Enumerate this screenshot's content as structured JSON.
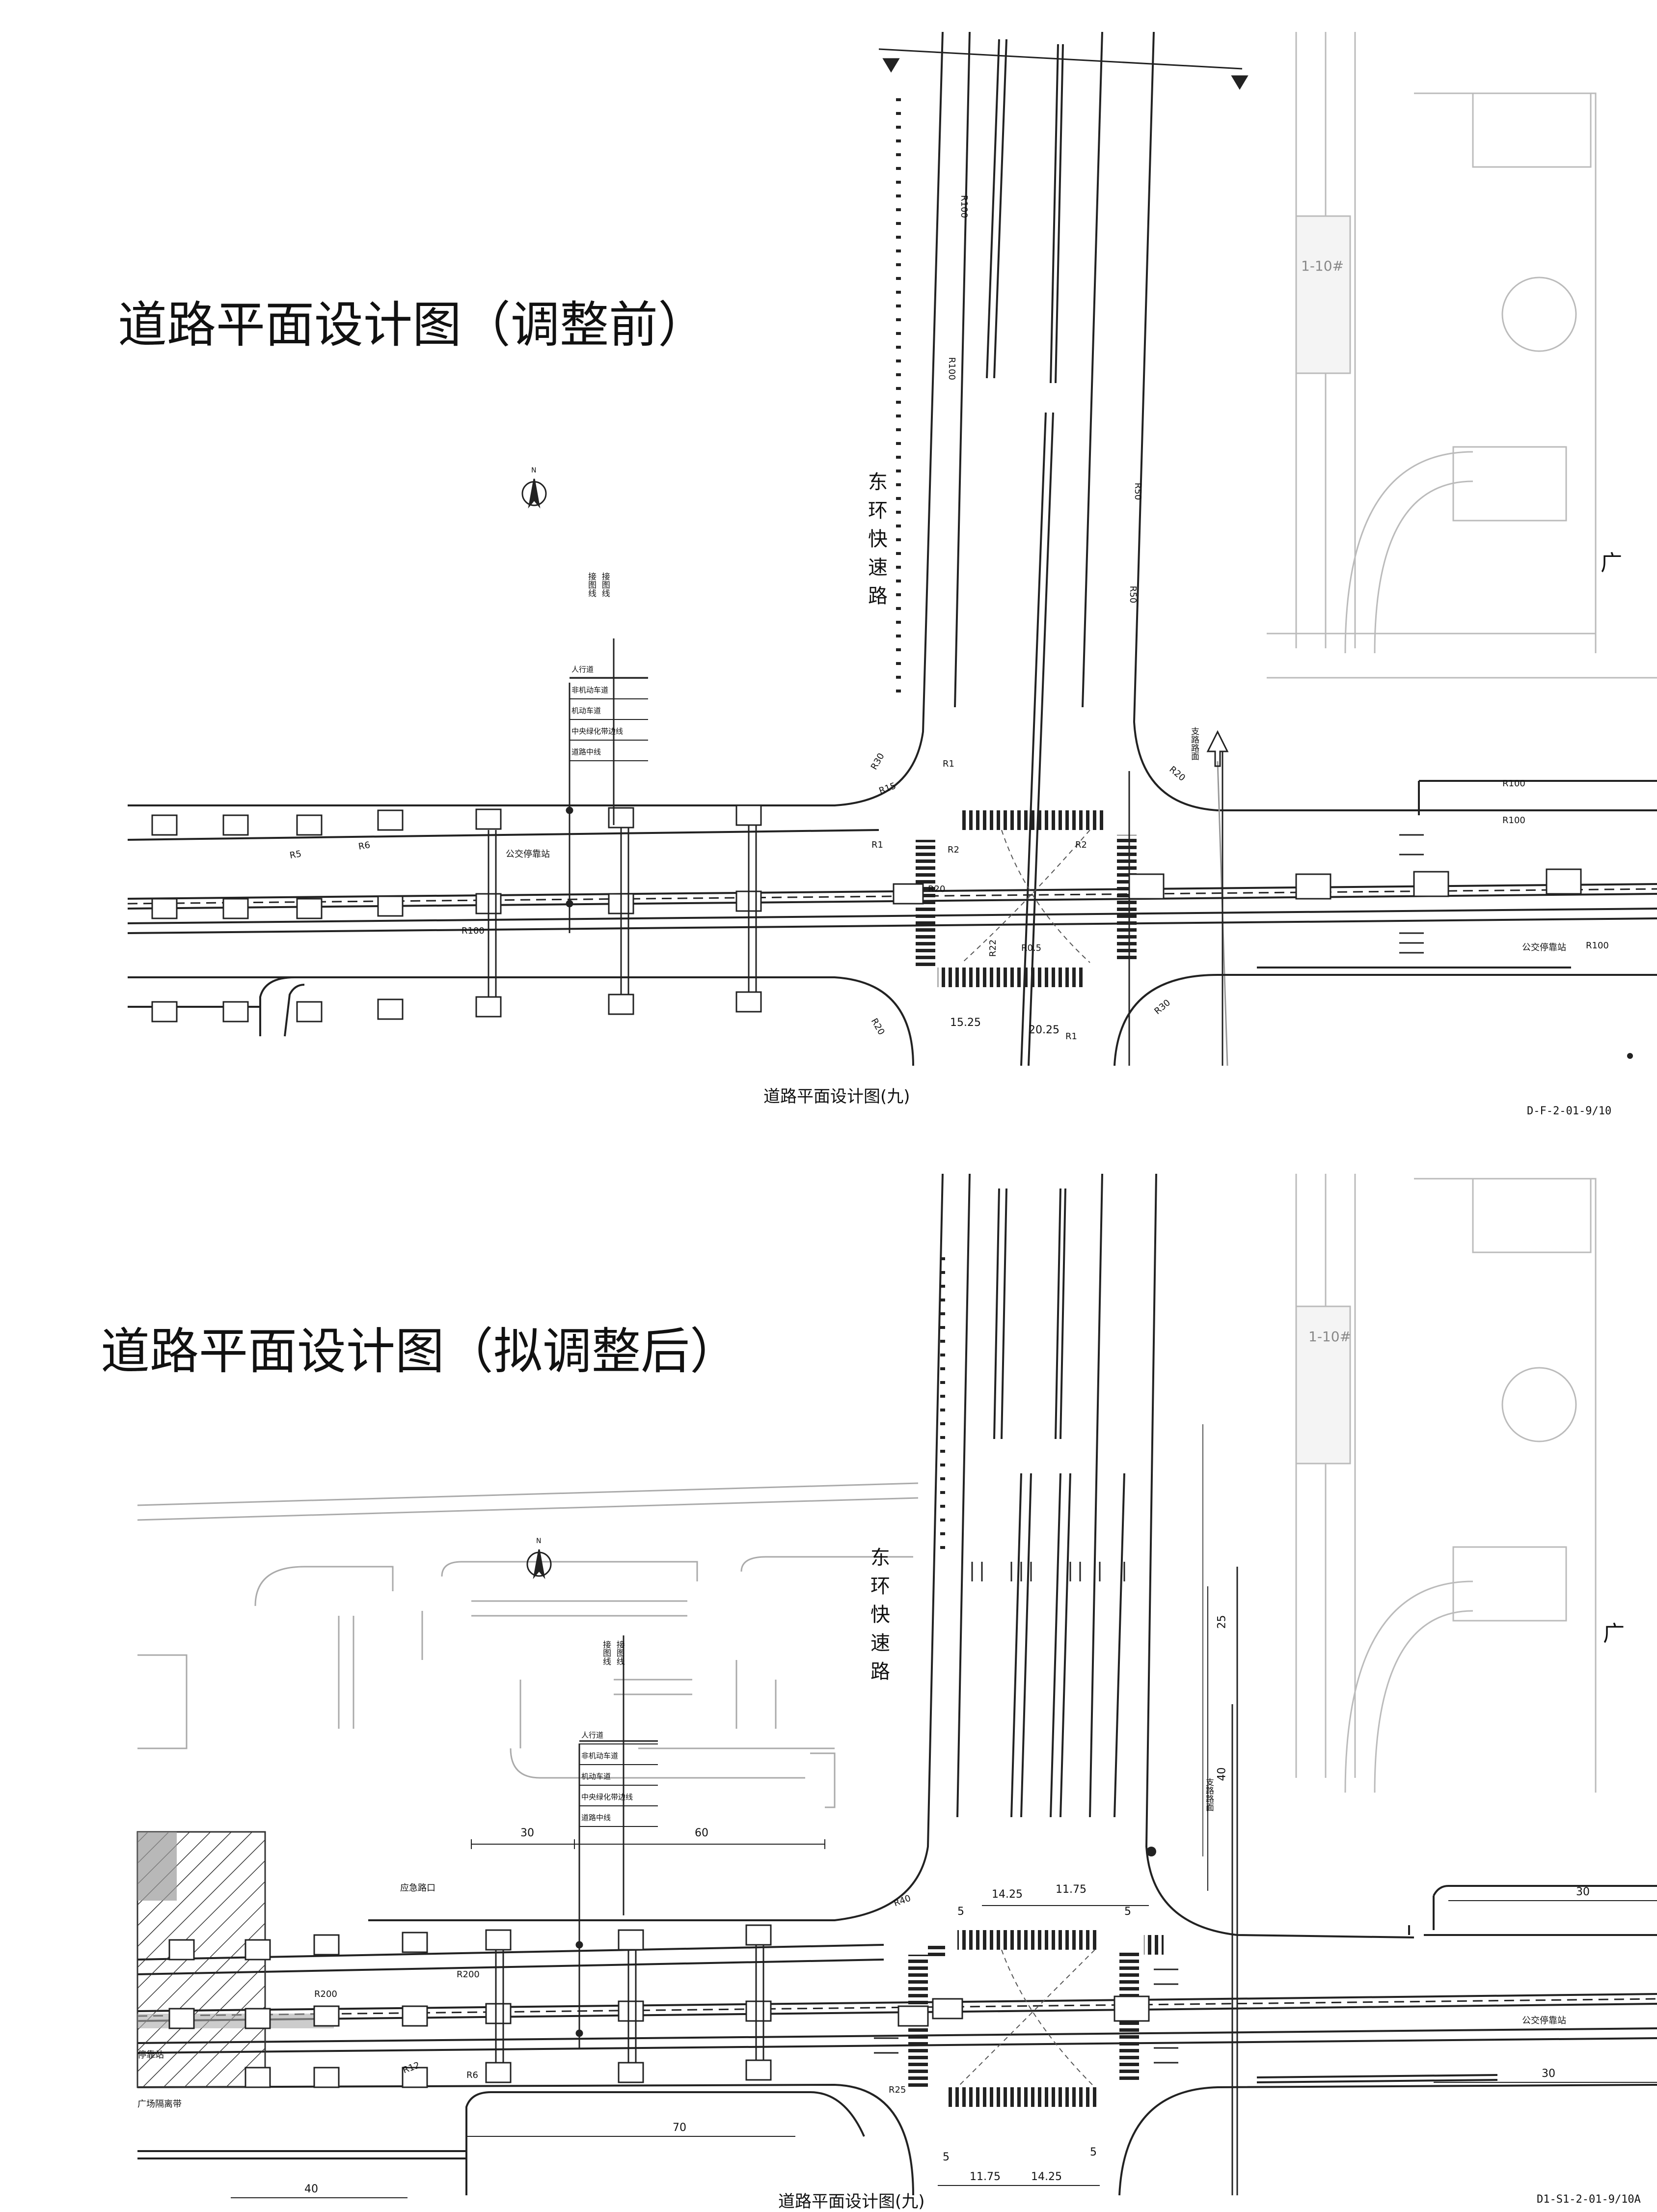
{
  "top_panel": {
    "title": "道路平面设计图（调整前）",
    "caption": "道路平面设计图(九)",
    "drawing_code": "D-F-2-01-9/10",
    "road_name": "东环快速路",
    "join_line": [
      "接图线",
      "接图线"
    ],
    "legend": [
      "人行道",
      "非机动车道",
      "机动车道",
      "中央绿化带边线",
      "道路中线"
    ],
    "building_label": "1-10#",
    "site_char": "广",
    "bus_stop_left": "公交停靠站",
    "bus_stop_right": "公交停靠站",
    "radii": [
      "R100",
      "R100",
      "R50",
      "R50",
      "R30",
      "R15",
      "R1",
      "R2",
      "R1",
      "R2",
      "R5",
      "R6",
      "R100",
      "R20",
      "R22",
      "R0.5",
      "R30",
      "R20",
      "R1",
      "R100",
      "R100",
      "R100",
      "R20"
    ],
    "dims": [
      "15.25",
      "20.25"
    ],
    "entry_label": "支路路面",
    "north_label": "N"
  },
  "bottom_panel": {
    "title": "道路平面设计图（拟调整后）",
    "caption": "道路平面设计图(九)",
    "drawing_code": "D1-S1-2-01-9/10A",
    "road_name": "东环快速路",
    "join_line": [
      "接图线",
      "接图线"
    ],
    "legend": [
      "人行道",
      "非机动车道",
      "机动车道",
      "中央绿化带边线",
      "道路中线"
    ],
    "building_label": "1-10#",
    "site_char": "广",
    "bus_stop_left": "停靠站",
    "bus_stop_right": "公交停靠站",
    "emergency_exit": "应急路口",
    "plaza_label": "广场隔离带",
    "radii": [
      "R200",
      "R200",
      "R40",
      "R12",
      "R6",
      "R25"
    ],
    "dims": [
      "30",
      "60",
      "14.25",
      "11.75",
      "40",
      "70",
      "11.75",
      "14.25",
      "5",
      "5",
      "30",
      "30",
      "25",
      "40",
      "5",
      "5"
    ],
    "entry_label": "支路路面",
    "north_label": "N"
  },
  "colors": {
    "line": "#222222",
    "gray": "#9a9a9a",
    "light": "#c8c8c8"
  }
}
